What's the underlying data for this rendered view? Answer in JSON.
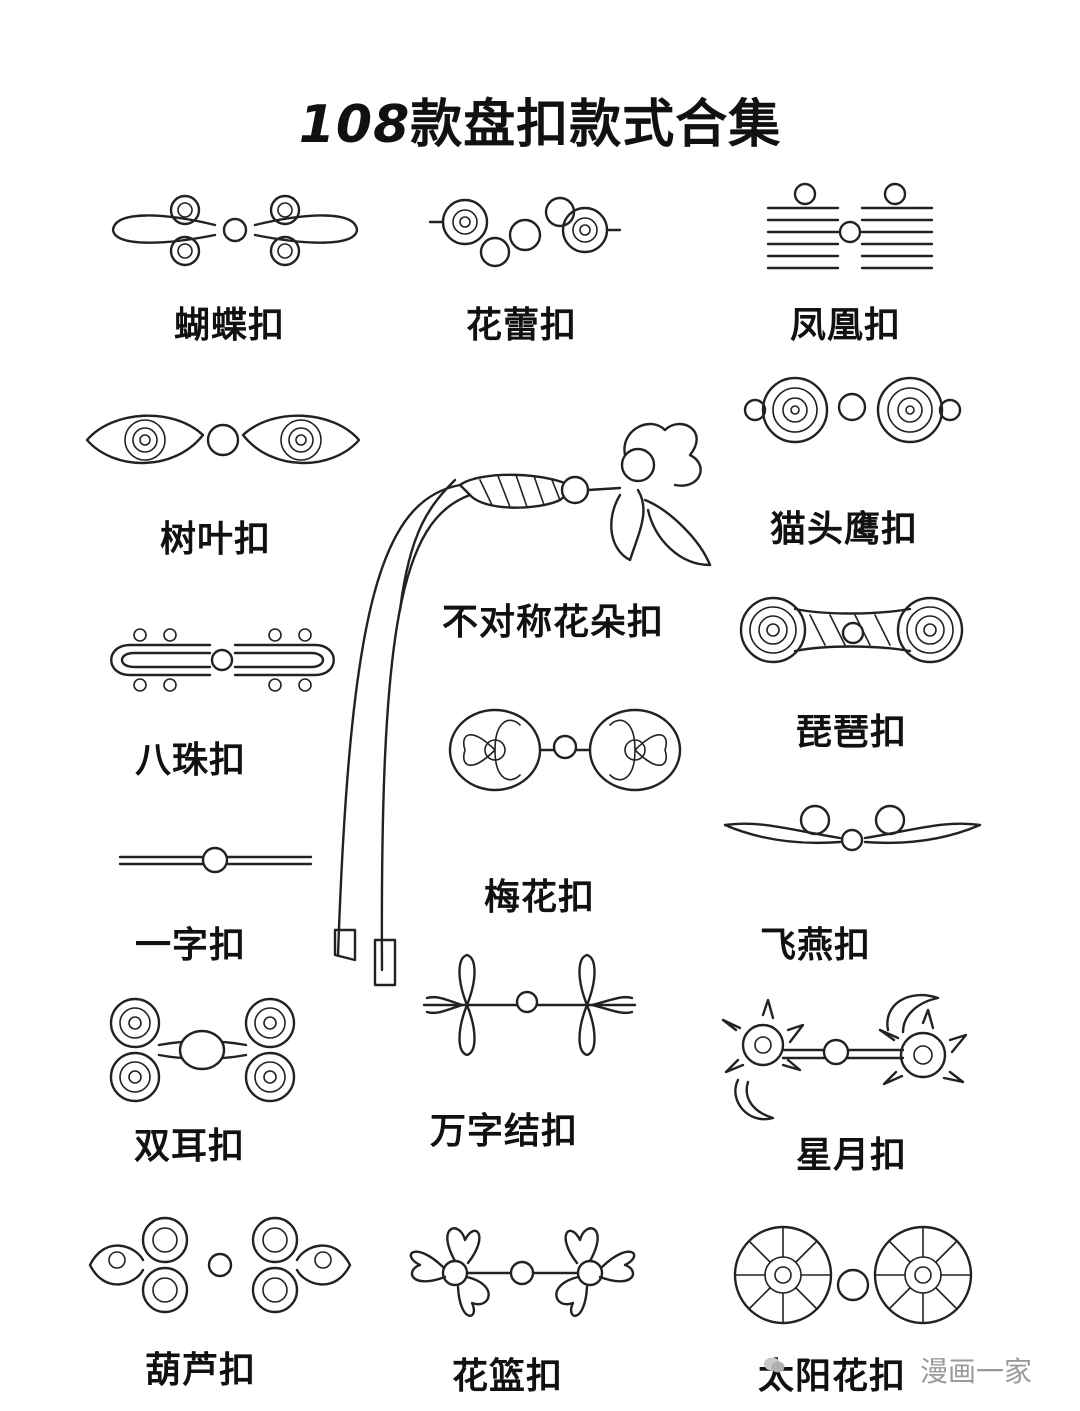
{
  "title": {
    "number": "108",
    "text": "款盘扣款式合集"
  },
  "labels": {
    "hudie": "蝴蝶扣",
    "hualei": "花蕾扣",
    "fenghuang": "凤凰扣",
    "shuye": "树叶扣",
    "maotouying": "猫头鹰扣",
    "buduichen": "不对称花朵扣",
    "bazhu": "八珠扣",
    "pipa": "琵琶扣",
    "meihua": "梅花扣",
    "yizi": "一字扣",
    "feiyan": "飞燕扣",
    "shuanger": "双耳扣",
    "wanzi": "万字结扣",
    "xingyue": "星月扣",
    "hulu": "葫芦扣",
    "hualan": "花篮扣",
    "taiyang": "太阳花扣"
  },
  "watermark": "漫画一家",
  "icons": [
    "knot-illustration",
    "wechat-icon"
  ]
}
